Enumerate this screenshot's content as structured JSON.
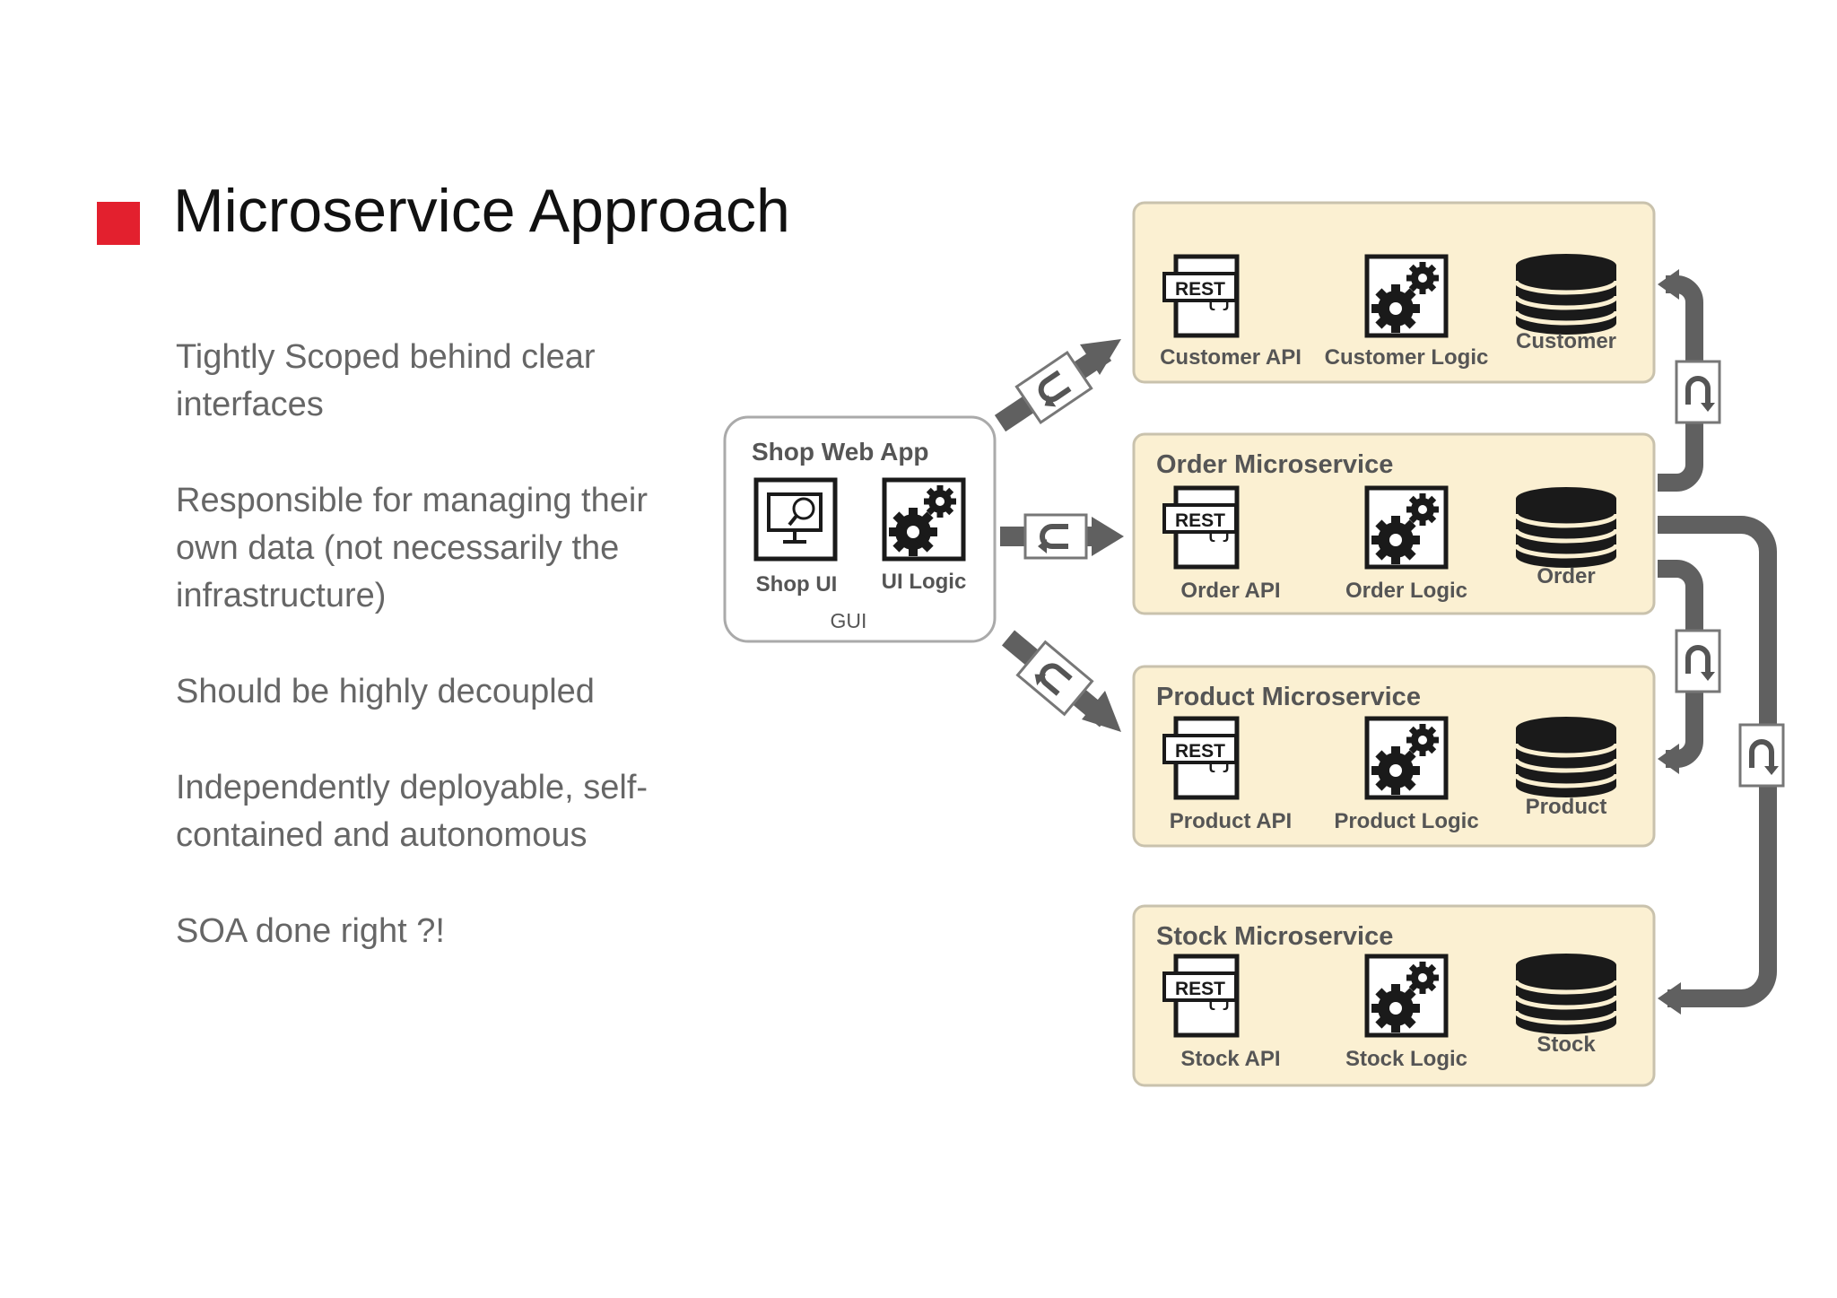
{
  "slide": {
    "title": "Microservice Approach",
    "accent_color": "#e3202e",
    "bullets": [
      "Tightly Scoped behind clear interfaces",
      "Responsible for managing their own data (not necessarily the infrastructure)",
      "Should be highly decoupled",
      "Independently deployable, self-contained and autonomous",
      "SOA done right ?!"
    ]
  },
  "diagram": {
    "web_app": {
      "title": "Shop Web App",
      "ui_label": "Shop UI",
      "logic_label": "UI Logic",
      "gui_label": "GUI"
    },
    "rest_badge": "REST",
    "services": [
      {
        "api": "Customer API",
        "logic": "Customer Logic",
        "db": "Customer"
      },
      {
        "title": "Order Microservice",
        "api": "Order API",
        "logic": "Order Logic",
        "db": "Order"
      },
      {
        "title": "Product Microservice",
        "api": "Product API",
        "logic": "Product Logic",
        "db": "Product"
      },
      {
        "title": "Stock Microservice",
        "api": "Stock API",
        "logic": "Stock Logic",
        "db": "Stock"
      }
    ],
    "colors": {
      "service_fill": "#fbf0d2",
      "service_stroke": "#c9c2ad",
      "arrow": "#606060",
      "icon": "#1a1a1a"
    }
  }
}
